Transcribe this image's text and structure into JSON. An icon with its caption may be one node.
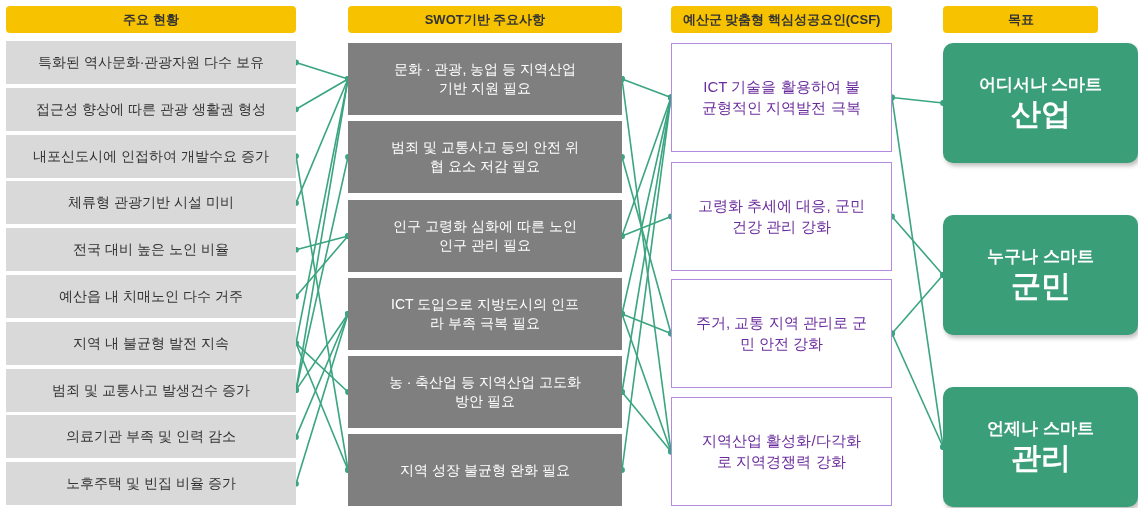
{
  "diagram": {
    "nodes": [
      {
        "text": [
          "주요 현황"
        ]
      },
      {
        "text": [
          "특화된 역사문화·관광자원 다수 보유"
        ]
      },
      {
        "text": [
          "접근성 향상에 따른 관광 생활권 형성"
        ]
      },
      {
        "text": [
          "내포신도시에 인접하여 개발수요 증가"
        ]
      },
      {
        "text": [
          "체류형 관광기반 시설 미비"
        ]
      },
      {
        "text": [
          "전국 대비 높은 노인 비율"
        ]
      },
      {
        "text": [
          "예산읍 내 치매노인 다수 거주"
        ]
      },
      {
        "text": [
          "지역 내 불균형 발전 지속"
        ]
      },
      {
        "text": [
          "범죄 및 교통사고 발생건수 증가"
        ]
      },
      {
        "text": [
          "의료기관 부족 및 인력 감소"
        ]
      },
      {
        "text": [
          "노후주택 및 빈집 비율 증가"
        ]
      },
      {
        "text": [
          "SWOT기반 주요사항"
        ]
      },
      {
        "text": [
          "문화 · 관광, 농업 등 지역산업 기반 지원 필요"
        ]
      },
      {
        "text": [
          "범죄 및 교통사고 등의 안전 위협 요소 저감 필요"
        ]
      },
      {
        "text": [
          "인구 고령화 심화에 따른 노인 인구 관리 필요"
        ]
      },
      {
        "text": [
          "ICT 도입으로 지방도시의 인프라 부족 극복 필요"
        ]
      },
      {
        "text": [
          "농 · 축산업 등 지역산업 고도화 방안 필요"
        ]
      },
      {
        "text": [
          "지역 성장 불균형 완화 필요"
        ]
      },
      {
        "text": [
          "예산군 맞춤형 핵심성공요인(CSF)"
        ]
      },
      {
        "text": [
          "ICT 기술을 활용하여 불균형적인 지역발전 극복"
        ]
      },
      {
        "text": [
          "고령화 추세에 대응, 군민 건강 관리 강화"
        ]
      },
      {
        "text": [
          "주거, 교통 지역 관리로 군민 안전 강화"
        ]
      },
      {
        "text": [
          "지역산업 활성화/다각화로 지역경쟁력 강화"
        ]
      },
      {
        "text": [
          "목표"
        ]
      },
      {
        "text": [
          "어디서나 스마트",
          "산업"
        ]
      },
      {
        "text": [
          "누구나 스마트",
          "군민"
        ]
      },
      {
        "text": [
          "언제나 스마트",
          "관리"
        ]
      }
    ],
    "edges": [
      {
        "from": 1,
        "to": 12,
        "arrow": "other"
      },
      {
        "from": 2,
        "to": 12,
        "arrow": "other"
      },
      {
        "from": 3,
        "to": 17,
        "arrow": "other"
      },
      {
        "from": 4,
        "to": 12,
        "arrow": "other"
      },
      {
        "from": 5,
        "to": 14,
        "arrow": "other"
      },
      {
        "from": 6,
        "to": 14,
        "arrow": "other"
      },
      {
        "from": 7,
        "to": 12,
        "arrow": "other"
      },
      {
        "from": 7,
        "to": 16,
        "arrow": "other"
      },
      {
        "from": 7,
        "to": 17,
        "arrow": "other"
      },
      {
        "from": 8,
        "to": 12,
        "arrow": "other"
      },
      {
        "from": 8,
        "to": 13,
        "arrow": "other"
      },
      {
        "from": 8,
        "to": 15,
        "arrow": "other"
      },
      {
        "from": 9,
        "to": 15,
        "arrow": "other"
      },
      {
        "from": 10,
        "to": 15,
        "arrow": "other"
      },
      {
        "from": 12,
        "to": 19,
        "arrow": "other"
      },
      {
        "from": 12,
        "to": 22,
        "arrow": "other"
      },
      {
        "from": 13,
        "to": 21,
        "arrow": "other"
      },
      {
        "from": 14,
        "to": 19,
        "arrow": "other"
      },
      {
        "from": 14,
        "to": 20,
        "arrow": "other"
      },
      {
        "from": 15,
        "to": 19,
        "arrow": "other"
      },
      {
        "from": 15,
        "to": 21,
        "arrow": "other"
      },
      {
        "from": 15,
        "to": 22,
        "arrow": "other"
      },
      {
        "from": 16,
        "to": 19,
        "arrow": "other"
      },
      {
        "from": 16,
        "to": 22,
        "arrow": "other"
      },
      {
        "from": 17,
        "to": 19,
        "arrow": "other"
      },
      {
        "from": 19,
        "to": 24,
        "arrow": "other"
      },
      {
        "from": 19,
        "to": 26,
        "arrow": "other"
      },
      {
        "from": 20,
        "to": 25,
        "arrow": "other"
      },
      {
        "from": 21,
        "to": 25,
        "arrow": "other"
      },
      {
        "from": 21,
        "to": 26,
        "arrow": "other"
      }
    ]
  }
}
